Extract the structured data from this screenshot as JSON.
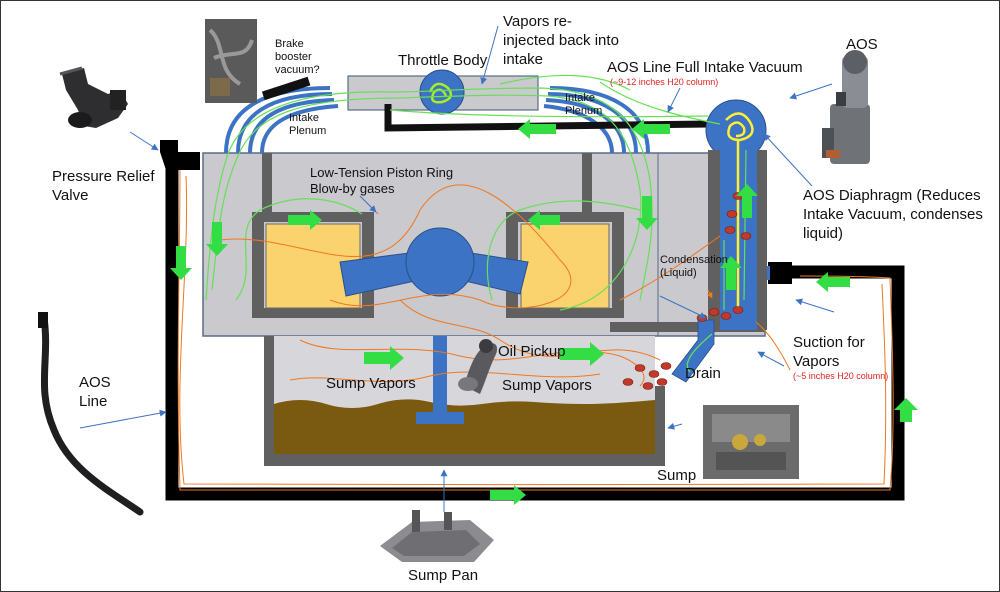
{
  "labels": {
    "vapors_reinjected": "Vapors re-injected back into intake",
    "throttle_body": "Throttle Body",
    "brake_booster": "Brake booster vacuum?",
    "aos_line_full": "AOS Line Full Intake Vacuum",
    "aos_line_full_note": "(~9-12 inches H20 column)",
    "aos_top": "AOS",
    "intake_plenum_left": "Intake Plenum",
    "intake_plenum_right": "Intake Plenum",
    "pressure_relief_valve": "Pressure Relief  Valve",
    "low_tension": "Low-Tension Piston Ring Blow-by gases",
    "aos_diaphragm": "AOS Diaphragm  (Reduces Intake Vacuum, condenses liquid)",
    "condensation": "Condensation (Liquid)",
    "oil_pickup": "Oil Pickup",
    "sump_vapors_left": "Sump Vapors",
    "sump_vapors_right": "Sump Vapors",
    "drain": "Drain",
    "suction_for_vapors": "Suction for Vapors",
    "suction_note": "(~5 inches H20 column)",
    "aos_line_left": "AOS Line",
    "sump": "Sump",
    "sump_pan": "Sump Pan"
  },
  "colors": {
    "block_fill": "#c9c9ce",
    "block_stroke": "#5b6b87",
    "wall": "#606060",
    "hose": "#3c73c4",
    "piston": "#fad36e",
    "oil": "#7a5a10",
    "flow_arrow": "#33dd44",
    "vapor_line": "#f07820",
    "note_red": "#e02020",
    "annotation_arrow": "#3c73c4"
  },
  "icons": {
    "pressure_relief_valve_photo": "valve-part-icon",
    "aos_line_photo": "hose-part-icon",
    "aos_photo": "aos-unit-icon",
    "brake_booster_photo": "engine-bay-photo-icon",
    "oil_pickup_photo": "oil-pickup-part-icon",
    "sump_pan_photo": "sump-pan-part-icon",
    "sump_photo": "engine-underside-photo-icon"
  }
}
